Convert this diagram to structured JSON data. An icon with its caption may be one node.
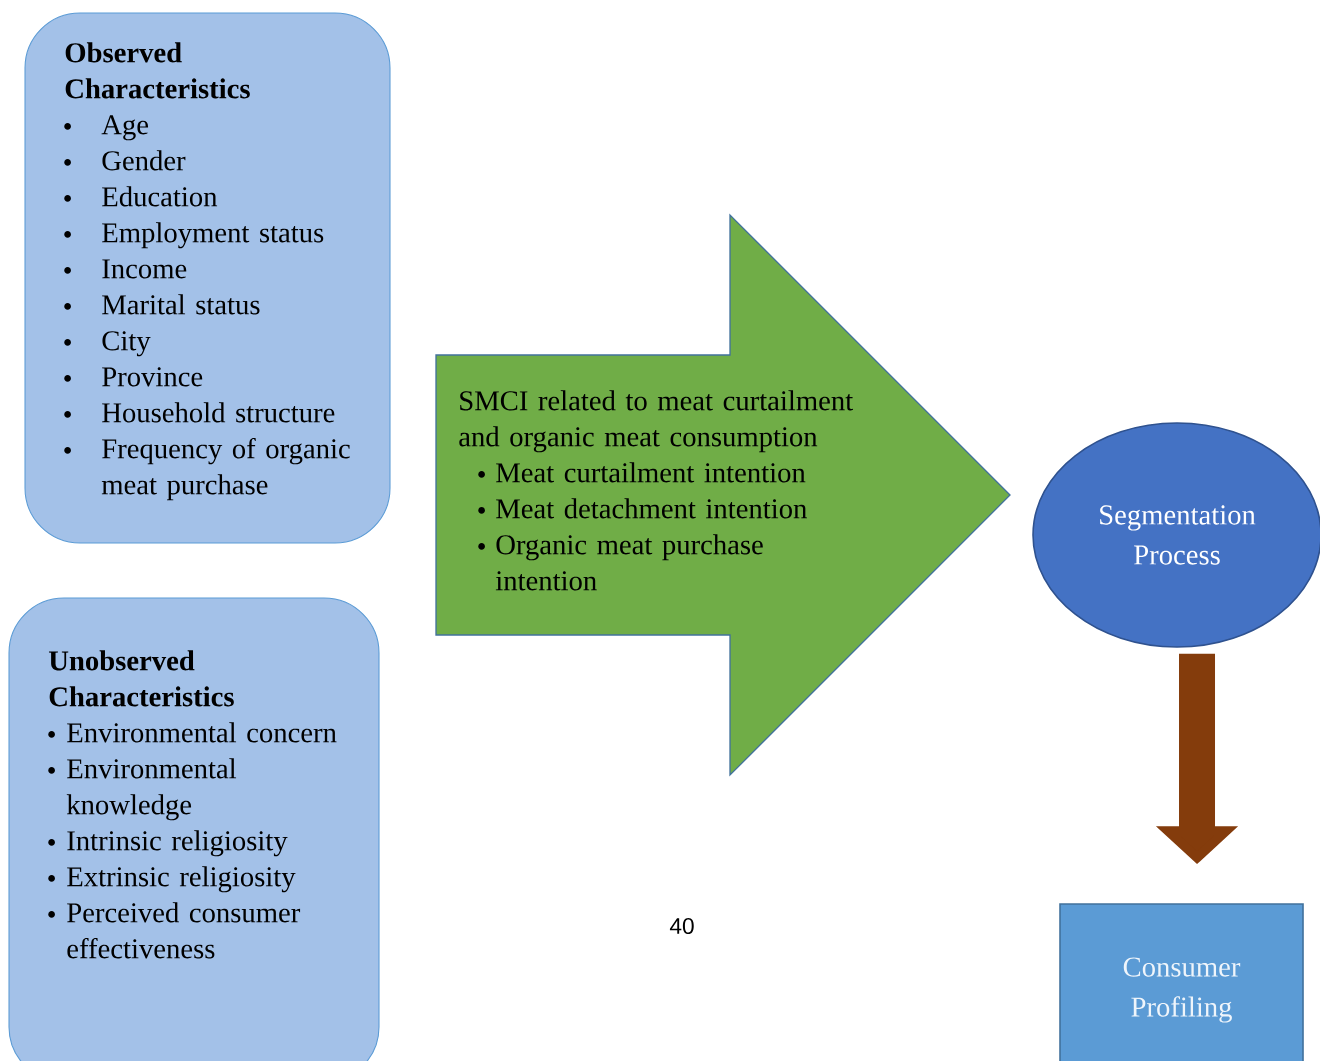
{
  "diagram": {
    "nodes": [
      {
        "text": [
          "Observed Characteristics",
          "Age",
          "Gender",
          "Education",
          "Employment status",
          "Income",
          "Marital status",
          "City",
          "Province",
          "Household structure",
          "Frequency of organic meat purchase"
        ]
      },
      {
        "text": [
          "Unobserved Characteristics",
          "Environmental concern",
          "Environmental knowledge",
          "Intrinsic religiosity",
          "Extrinsic religiosity",
          "Perceived consumer effectiveness"
        ]
      },
      {
        "text": [
          "SMCI related to meat curtailment and organic meat consumption",
          "Meat curtailment intention",
          "Meat detachment intention",
          "Organic meat purchase intention"
        ]
      },
      {
        "text": [
          "Segmentation Process"
        ]
      },
      {
        "text": [
          "Consumer Profiling"
        ]
      }
    ],
    "edges": [
      {
        "from": 3,
        "to": 4,
        "arrow": "to"
      }
    ],
    "labels": [
      "40"
    ]
  }
}
